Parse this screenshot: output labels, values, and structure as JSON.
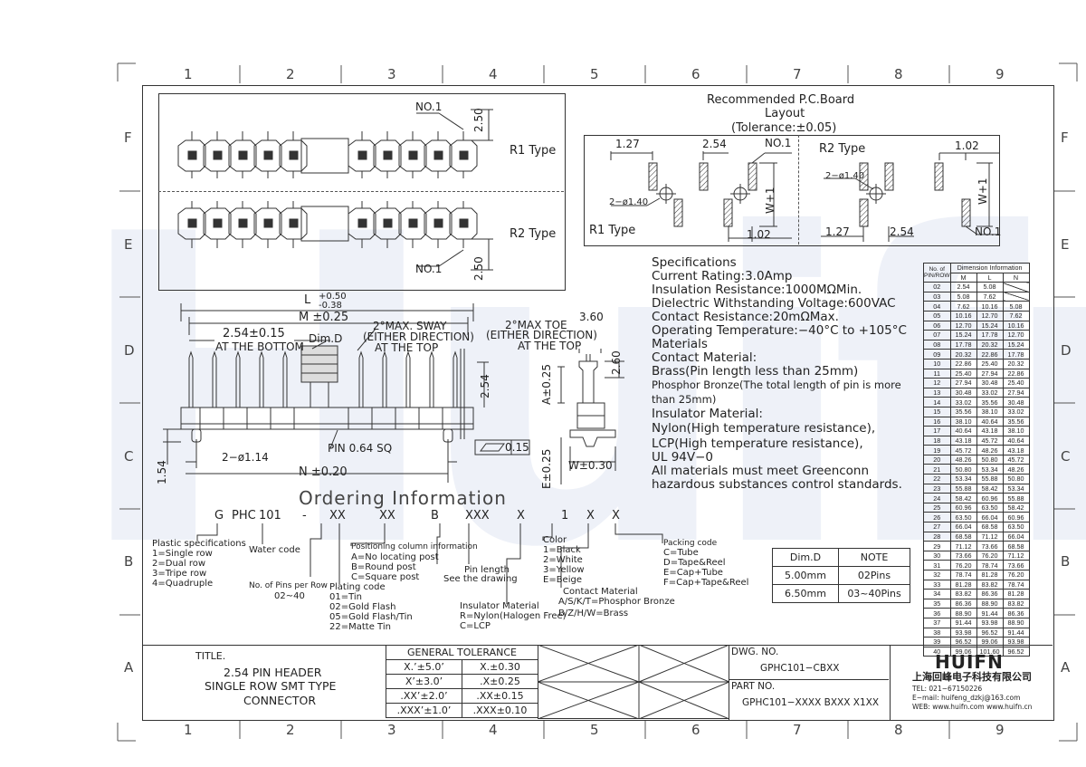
{
  "grid": {
    "columns": [
      "1",
      "2",
      "3",
      "4",
      "5",
      "6",
      "7",
      "8",
      "9"
    ],
    "rows": [
      "F",
      "E",
      "D",
      "C",
      "B",
      "A"
    ]
  },
  "drawing": {
    "no1_top": "NO.1",
    "no1_bottom": "NO.1",
    "dim_250_top": "2.50",
    "dim_250_bottom": "2.50",
    "r1_type": "R1  Type",
    "r2_type": "R2  Type",
    "dim_L": "L",
    "dim_L_tol_plus": "+0.50",
    "dim_L_tol_minus": "-0.38",
    "dim_M": "M ±0.25",
    "dim_pitch": "2.54±0.15",
    "at_bottom": "AT THE BOTTOM",
    "dim_D": "Dim.D",
    "max_sway": "2°MAX. SWAY",
    "either_direction": "(EITHER DIRECTION)",
    "at_top": "AT  THE  TOP",
    "dim_254": "2.54",
    "pin_sq": "PIN  0.64  SQ",
    "flatness": "0.15",
    "hole_dia": "2−ø1.14",
    "dim_N": "N  ±0.20",
    "dim_154": "1.54",
    "max_toe": "2°MAX TOE",
    "either_direction_2": "(EITHER DIRECTION)",
    "at_top_2": "AT  THE  TOP",
    "dim_360": "3.60",
    "dim_260": "2.60",
    "dim_A": "A±0.25",
    "dim_E": "E±0.25",
    "dim_W": "W±0.30"
  },
  "pcb": {
    "title1": "Recommended  P.C.Board",
    "title2": "Layout",
    "title3": "(Tolerance:±0.05)",
    "r1_127": "1.27",
    "r1_254": "2.54",
    "r1_no1": "NO.1",
    "r1_hole": "2−ø1.40",
    "r1_w1": "W+1",
    "r1_type": "R1  Type",
    "r1_102": "1.02",
    "r2_type": "R2  Type",
    "r2_102": "1.02",
    "r2_hole": "2−ø1.40",
    "r2_w1": "W+1",
    "r2_127": "1.27",
    "r2_254": "2.54",
    "r2_no1": "NO.1"
  },
  "specs": [
    "Specifications",
    "Current  Rating:3.0Amp",
    "Insulation  Resistance:1000MΩMin.",
    "Dielectric  Withstanding  Voltage:600VAC",
    "Contact  Resistance:20mΩMax.",
    "Operating  Temperature:−40°C  to  +105°C",
    "Materials",
    "Contact  Material:",
    "Brass(Pin  length  less  than  25mm)",
    "Phosphor Bronze(The total length of pin is more",
    "than 25mm)",
    "Insulator  Material:",
    "Nylon(High  temperature  resistance),",
    "LCP(High  temperature  resistance),",
    "UL  94V−0",
    "All  materials  must  meet  Greenconn",
    "hazardous  substances  control  standards."
  ],
  "dim_table": {
    "header_pin": "No. of PIN/ROW",
    "header_group": "Dimension  Information",
    "columns": [
      "M",
      "L",
      "N"
    ],
    "rows": [
      [
        "02",
        "2.54",
        "5.08",
        ""
      ],
      [
        "03",
        "5.08",
        "7.62",
        ""
      ],
      [
        "04",
        "7.62",
        "10.16",
        "5.08"
      ],
      [
        "05",
        "10.16",
        "12.70",
        "7.62"
      ],
      [
        "06",
        "12.70",
        "15.24",
        "10.16"
      ],
      [
        "07",
        "15.24",
        "17.78",
        "12.70"
      ],
      [
        "08",
        "17.78",
        "20.32",
        "15.24"
      ],
      [
        "09",
        "20.32",
        "22.86",
        "17.78"
      ],
      [
        "10",
        "22.86",
        "25.40",
        "20.32"
      ],
      [
        "11",
        "25.40",
        "27.94",
        "22.86"
      ],
      [
        "12",
        "27.94",
        "30.48",
        "25.40"
      ],
      [
        "13",
        "30.48",
        "33.02",
        "27.94"
      ],
      [
        "14",
        "33.02",
        "35.56",
        "30.48"
      ],
      [
        "15",
        "35.56",
        "38.10",
        "33.02"
      ],
      [
        "16",
        "38.10",
        "40.64",
        "35.56"
      ],
      [
        "17",
        "40.64",
        "43.18",
        "38.10"
      ],
      [
        "18",
        "43.18",
        "45.72",
        "40.64"
      ],
      [
        "19",
        "45.72",
        "48.26",
        "43.18"
      ],
      [
        "20",
        "48.26",
        "50.80",
        "45.72"
      ],
      [
        "21",
        "50.80",
        "53.34",
        "48.26"
      ],
      [
        "22",
        "53.34",
        "55.88",
        "50.80"
      ],
      [
        "23",
        "55.88",
        "58.42",
        "53.34"
      ],
      [
        "24",
        "58.42",
        "60.96",
        "55.88"
      ],
      [
        "25",
        "60.96",
        "63.50",
        "58.42"
      ],
      [
        "26",
        "63.50",
        "66.04",
        "60.96"
      ],
      [
        "27",
        "66.04",
        "68.58",
        "63.50"
      ],
      [
        "28",
        "68.58",
        "71.12",
        "66.04"
      ],
      [
        "29",
        "71.12",
        "73.66",
        "68.58"
      ],
      [
        "30",
        "73.66",
        "76.20",
        "71.12"
      ],
      [
        "31",
        "76.20",
        "78.74",
        "73.66"
      ],
      [
        "32",
        "78.74",
        "81.28",
        "76.20"
      ],
      [
        "33",
        "81.28",
        "83.82",
        "78.74"
      ],
      [
        "34",
        "83.82",
        "86.36",
        "81.28"
      ],
      [
        "35",
        "86.36",
        "88.90",
        "83.82"
      ],
      [
        "36",
        "88.90",
        "91.44",
        "86.36"
      ],
      [
        "37",
        "91.44",
        "93.98",
        "88.90"
      ],
      [
        "38",
        "93.98",
        "96.52",
        "91.44"
      ],
      [
        "39",
        "96.52",
        "99.06",
        "93.98"
      ],
      [
        "40",
        "99.06",
        "101.60",
        "96.52"
      ]
    ]
  },
  "ordering": {
    "title": "Ordering  Information",
    "code": [
      "G",
      "PHC",
      "101",
      "-",
      "XX",
      "XX",
      "B",
      "XXX",
      "X",
      "1",
      "X",
      "X"
    ],
    "plastic_title": "Plastic specifications",
    "plastic_opts": [
      "1=Single row",
      "2=Dual row",
      "3=Tripe row",
      "4=Quadruple"
    ],
    "water_code": "Water code",
    "pins_title": "No. of Pins per Row",
    "pins_range": "02~40",
    "positioning_title": "Positioning column information",
    "positioning_opts": [
      "A=No locating post",
      "B=Round post",
      "C=Square post"
    ],
    "plating_title": "Plating code",
    "plating_opts": [
      "01=Tin",
      "02=Gold Flash",
      "05=Gold Flash/Tin",
      "22=Matte Tin"
    ],
    "pin_length": "Pin length",
    "see_drawing": "See the drawing",
    "insulator_title": "Insulator Material",
    "insulator_opts": [
      "R=Nylon(Halogen Free)",
      "C=LCP"
    ],
    "color_title": "Color",
    "color_opts": [
      "1=Black",
      "2=White",
      "3=Yellow",
      "E=Beige"
    ],
    "contact_title": "Contact Material",
    "contact_opts": [
      "A/S/K/T=Phosphor Bronze",
      "B/Z/H/W=Brass"
    ],
    "packing_title": "Packing code",
    "packing_opts": [
      "C=Tube",
      "D=Tape&Reel",
      "E=Cap+Tube",
      "F=Cap+Tape&Reel"
    ]
  },
  "note_table": {
    "headers": [
      "Dim.D",
      "NOTE"
    ],
    "rows": [
      [
        "5.00mm",
        "02Pins"
      ],
      [
        "6.50mm",
        "03~40Pins"
      ]
    ]
  },
  "title_block": {
    "title_label": "TITLE.",
    "title_lines": [
      "2.54  PIN  HEADER",
      "SINGLE  ROW  SMT  TYPE",
      "CONNECTOR"
    ],
    "tol_header": "GENERAL  TOLERANCE",
    "tol_rows": [
      [
        "X.’±5.0’",
        "X.±0.30"
      ],
      [
        "X’±3.0’",
        ".X±0.25"
      ],
      [
        ".XX’±2.0’",
        ".XX±0.15"
      ],
      [
        ".XXX’±1.0’",
        ".XXX±0.10"
      ]
    ],
    "dwg_label": "DWG.  NO.",
    "dwg_no": "GPHC101−CBXX",
    "part_label": "PART  NO.",
    "part_no": "GPHC101−XXXX  BXXX  X1XX",
    "company_logo": "HUIFN",
    "company_name": "上海回峰电子科技有限公司",
    "tel": "TEL:  021−67150226",
    "email": "E−mail:  huifeng_dzkj@163.com",
    "web": "WEB:  www.huifn.com   www.huifn.cn"
  },
  "watermark": "Huifn"
}
